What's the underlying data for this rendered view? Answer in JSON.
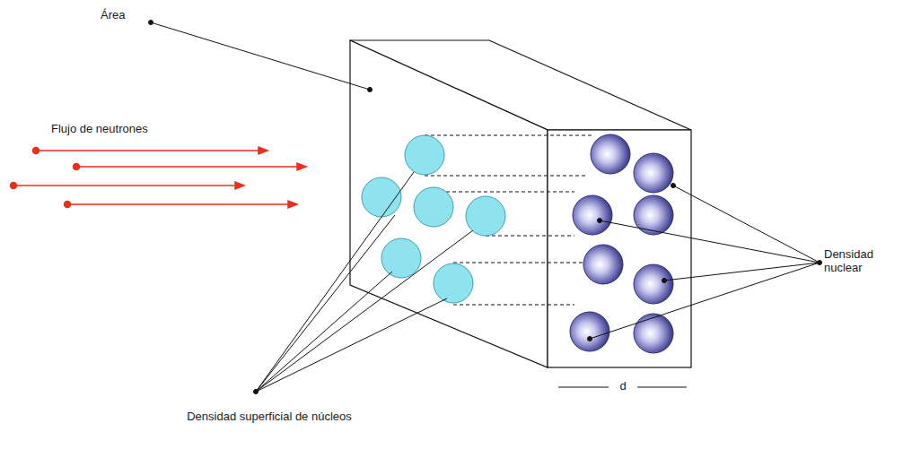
{
  "diagram": {
    "labels": [
      "Área",
      "Flujo de neutrones",
      "Densidad nuclear",
      "Densidad superficial de núcleos",
      "d"
    ]
  }
}
